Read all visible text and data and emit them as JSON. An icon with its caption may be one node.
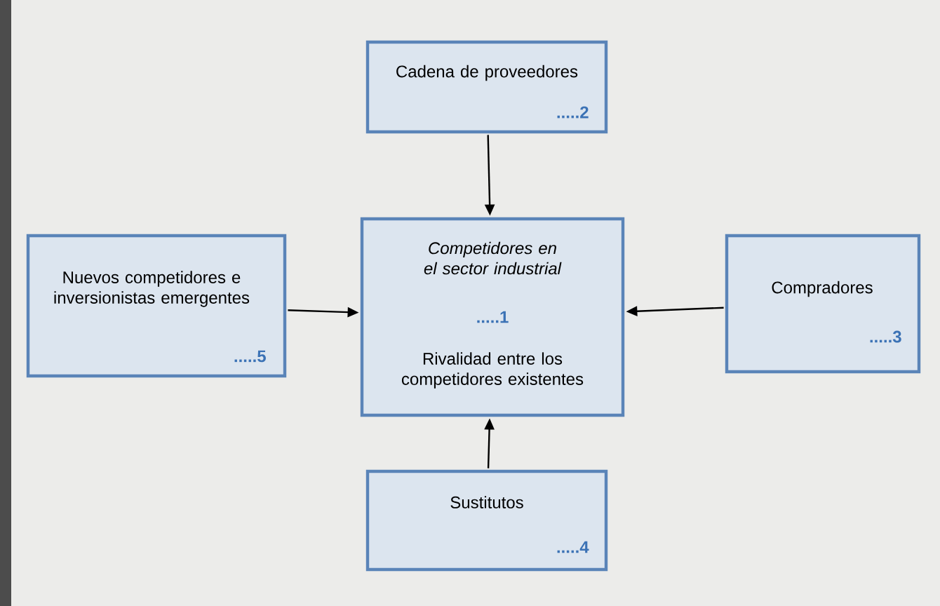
{
  "diagram": {
    "nodes": [
      {
        "text": [
          "Cadena de proveedores",
          ".....2"
        ]
      },
      {
        "text": [
          "Nuevos competidores e inversionistas emergentes",
          ".....5"
        ]
      },
      {
        "text": [
          "Competidores en el sector industrial",
          ".....1",
          "Rivalidad entre los competidores existentes"
        ]
      },
      {
        "text": [
          "Compradores",
          ".....3"
        ]
      },
      {
        "text": [
          "Sustitutos",
          ".....4"
        ]
      }
    ],
    "edges": [
      {
        "from": 0,
        "to": 2,
        "arrow": "to"
      },
      {
        "from": 1,
        "to": 2,
        "arrow": "to"
      },
      {
        "from": 3,
        "to": 2,
        "arrow": "to"
      },
      {
        "from": 4,
        "to": 2,
        "arrow": "to"
      }
    ]
  }
}
